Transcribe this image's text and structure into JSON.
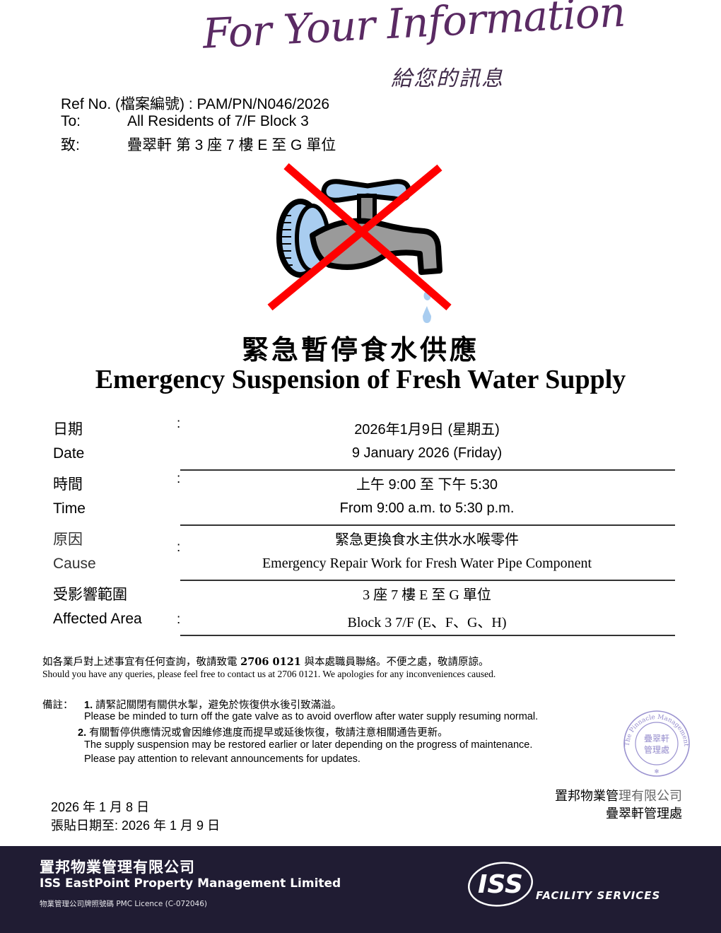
{
  "header": {
    "fyi_en": "For Your Information",
    "fyi_zh": "給您的訊息",
    "ref_label": "Ref No. (檔案編號) :",
    "ref_value": "PAM/PN/N046/2026",
    "to_label": "To:",
    "to_value": "All Residents of 7/F Block 3",
    "to_zh_label": "致:",
    "to_zh_value": "疊翠軒 第 3 座 7 樓 E 至 G 單位"
  },
  "graphic": {
    "icon": "no-water-tap-icon",
    "colors": {
      "cross": "#ff0000",
      "tap_body": "#9a9a9a",
      "tap_handle": "#a9cdf0",
      "drop": "#a9cdf0"
    }
  },
  "title": {
    "zh": "緊急暫停食水供應",
    "en": "Emergency Suspension of Fresh Water Supply"
  },
  "info": {
    "colon": ":",
    "rows": [
      {
        "label": "日期",
        "value": "2026年1月9日  (星期五)"
      },
      {
        "label": "Date",
        "value": "9 January 2026 (Friday)"
      },
      {
        "label": "時間",
        "value": "上午 9:00 至 下午 5:30"
      },
      {
        "label": "Time",
        "value": "From 9:00 a.m. to 5:30 p.m."
      },
      {
        "label": "原因",
        "value": "緊急更換食水主供水水喉零件"
      },
      {
        "label": "Cause",
        "value": "Emergency Repair Work for Fresh Water Pipe Component"
      },
      {
        "label": "受影響範圍",
        "value": "3 座 7 樓 E 至 G 單位"
      },
      {
        "label": "Affected Area",
        "value": "Block 3  7/F (E、F、G、H)"
      }
    ]
  },
  "contact": {
    "zh_pre": "如各業戶對上述事宜有任何查詢，敬請致電 ",
    "phone": "2706 0121",
    "zh_post": " 與本處職員聯絡。不便之處，敬請原諒。",
    "en": "Should you have any queries, please feel free to contact us at 2706 0121. We apologies for any inconveniences caused."
  },
  "remarks": {
    "label": "備註：",
    "items": [
      {
        "num": "1.",
        "zh": "請緊記關閉有關供水掣，避免於恢復供水後引致滿溢。",
        "en": [
          "Please be minded to turn off the gate valve as to avoid overflow after water supply resuming normal."
        ]
      },
      {
        "num": "2.",
        "zh": "有關暫停供應情況或會因維修進度而提早或延後恢復，敬請注意相關通告更新。",
        "en": [
          "The supply suspension may be restored earlier or later depending on the progress of maintenance.",
          "Please pay attention to relevant announcements for updates."
        ]
      }
    ]
  },
  "stamp": {
    "ring_text": "The Pinnacle Management Office",
    "center_line1": "疊翠軒",
    "center_line2": "管理處",
    "color": "#6b5fb5"
  },
  "signature": {
    "company_dark": "置邦物業管",
    "company_light": "理有限公司",
    "office": "疊翠軒管理處"
  },
  "dates": {
    "issue": "2026 年 1 月 8 日",
    "posting_until": "張貼日期至: 2026 年 1 月 9 日"
  },
  "footer": {
    "bg_color": "#201c33",
    "company_zh": "置邦物業管理有限公司",
    "company_en": "ISS EastPoint Property Management Limited",
    "licence": "物業管理公司牌照號碼  PMC Licence (C-072046)",
    "logo_text": "ISS",
    "tagline": "FACILITY SERVICES"
  }
}
